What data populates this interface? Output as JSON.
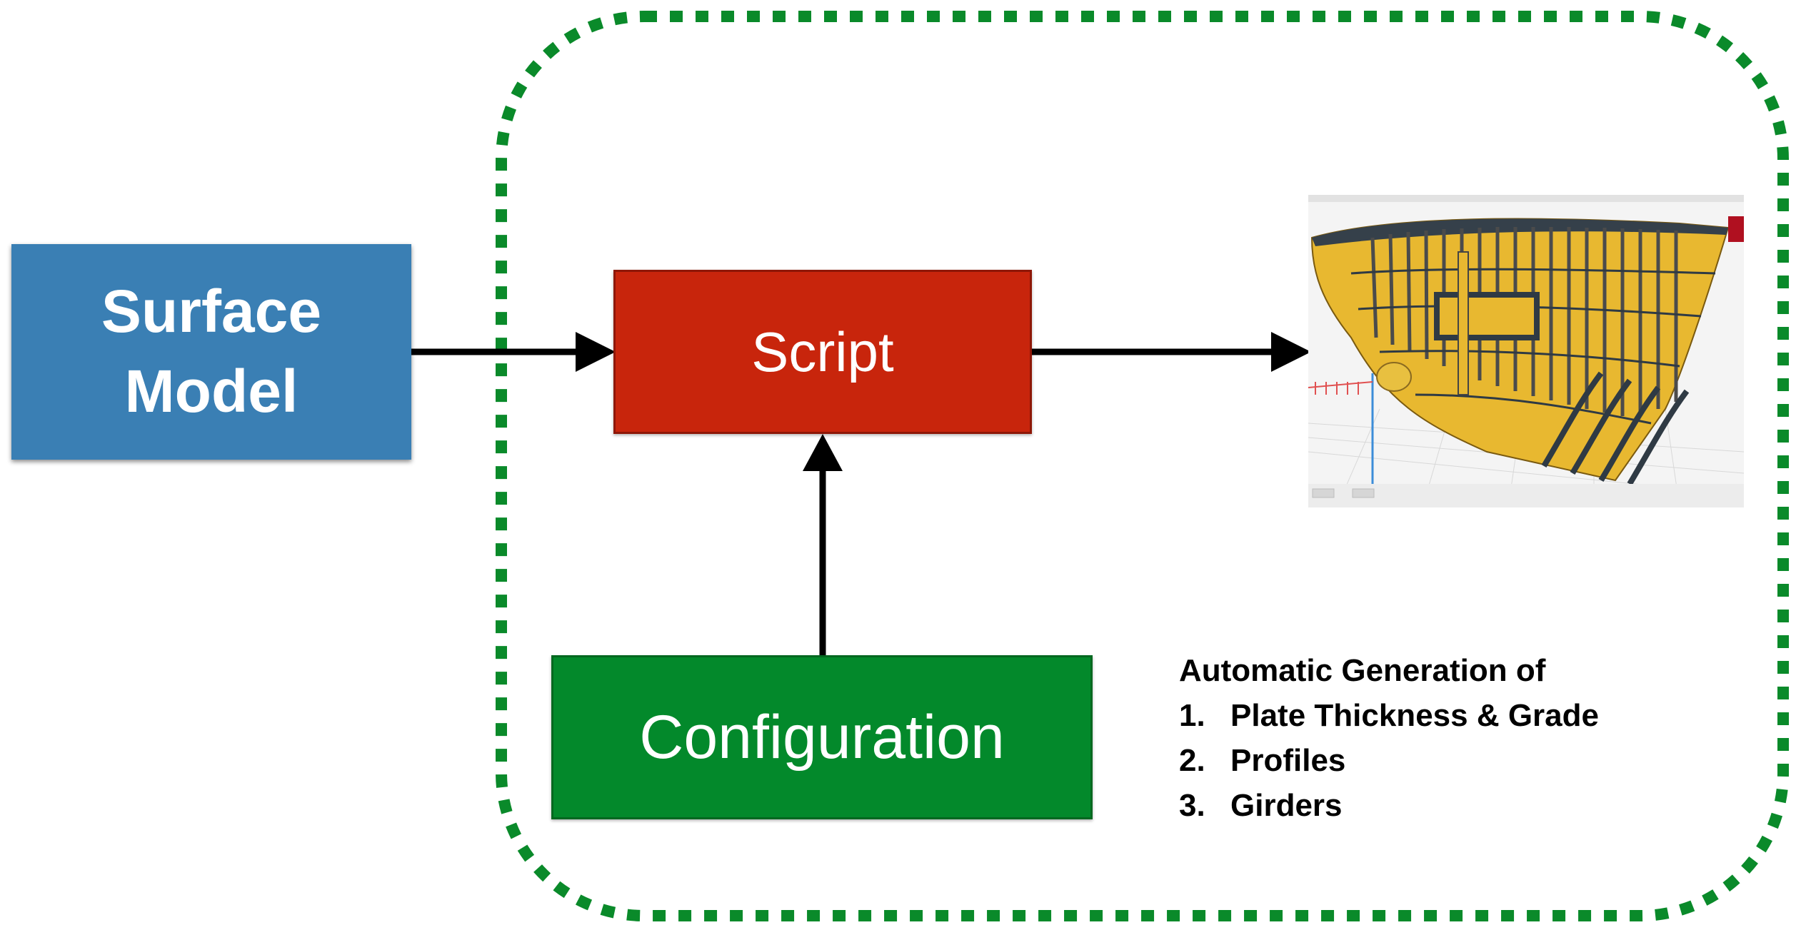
{
  "nodes": {
    "surface_model": "Surface\nModel",
    "script": "Script",
    "configuration": "Configuration"
  },
  "output_image": {
    "description_icon": "ship-hull-structure-3d-model"
  },
  "caption": {
    "heading": "Automatic Generation of",
    "items": [
      {
        "num": "1.",
        "label": "Plate Thickness & Grade"
      },
      {
        "num": "2.",
        "label": "Profiles"
      },
      {
        "num": "3.",
        "label": "Girders"
      }
    ]
  },
  "colors": {
    "surface_box": "#3a7fb4",
    "script_box": "#c8250c",
    "config_box": "#03892b",
    "dashed_boundary": "#0a8a2a",
    "arrows": "#000000",
    "hull_yellow": "#e8b830"
  }
}
